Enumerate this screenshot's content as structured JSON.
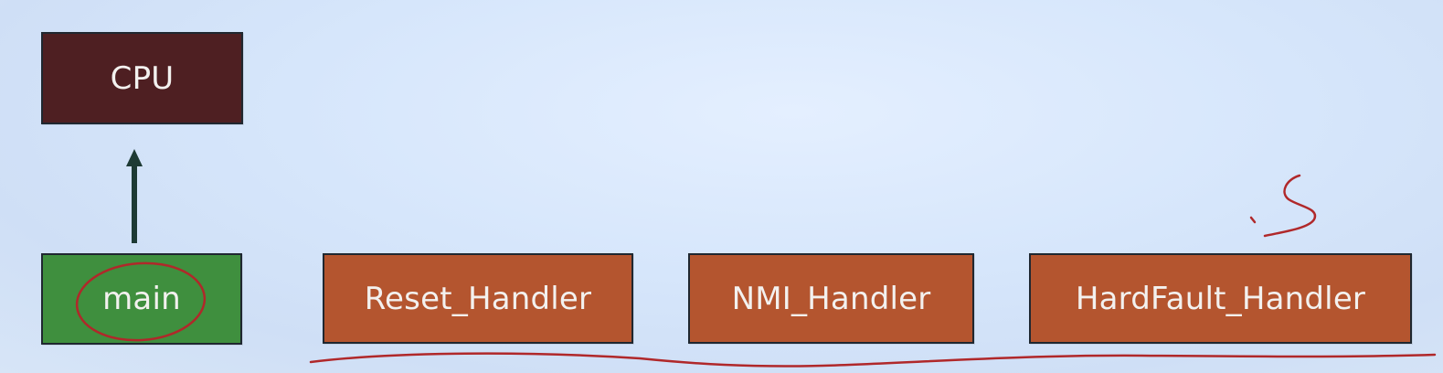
{
  "diagram": {
    "nodes": {
      "cpu": {
        "label": "CPU"
      },
      "main": {
        "label": "main"
      },
      "reset_handler": {
        "label": "Reset_Handler"
      },
      "nmi_handler": {
        "label": "NMI_Handler"
      },
      "hardfault_handler": {
        "label": "HardFault_Handler"
      }
    },
    "edges": [
      {
        "from": "main",
        "to": "cpu"
      }
    ],
    "colors": {
      "cpu_fill": "#4e1f22",
      "main_fill": "#3f8f3e",
      "handler_fill": "#b4552f",
      "border": "#1f2730",
      "text": "#f3f1ef",
      "arrow": "#1d3a34",
      "annotation_ink": "#b0282a"
    }
  }
}
